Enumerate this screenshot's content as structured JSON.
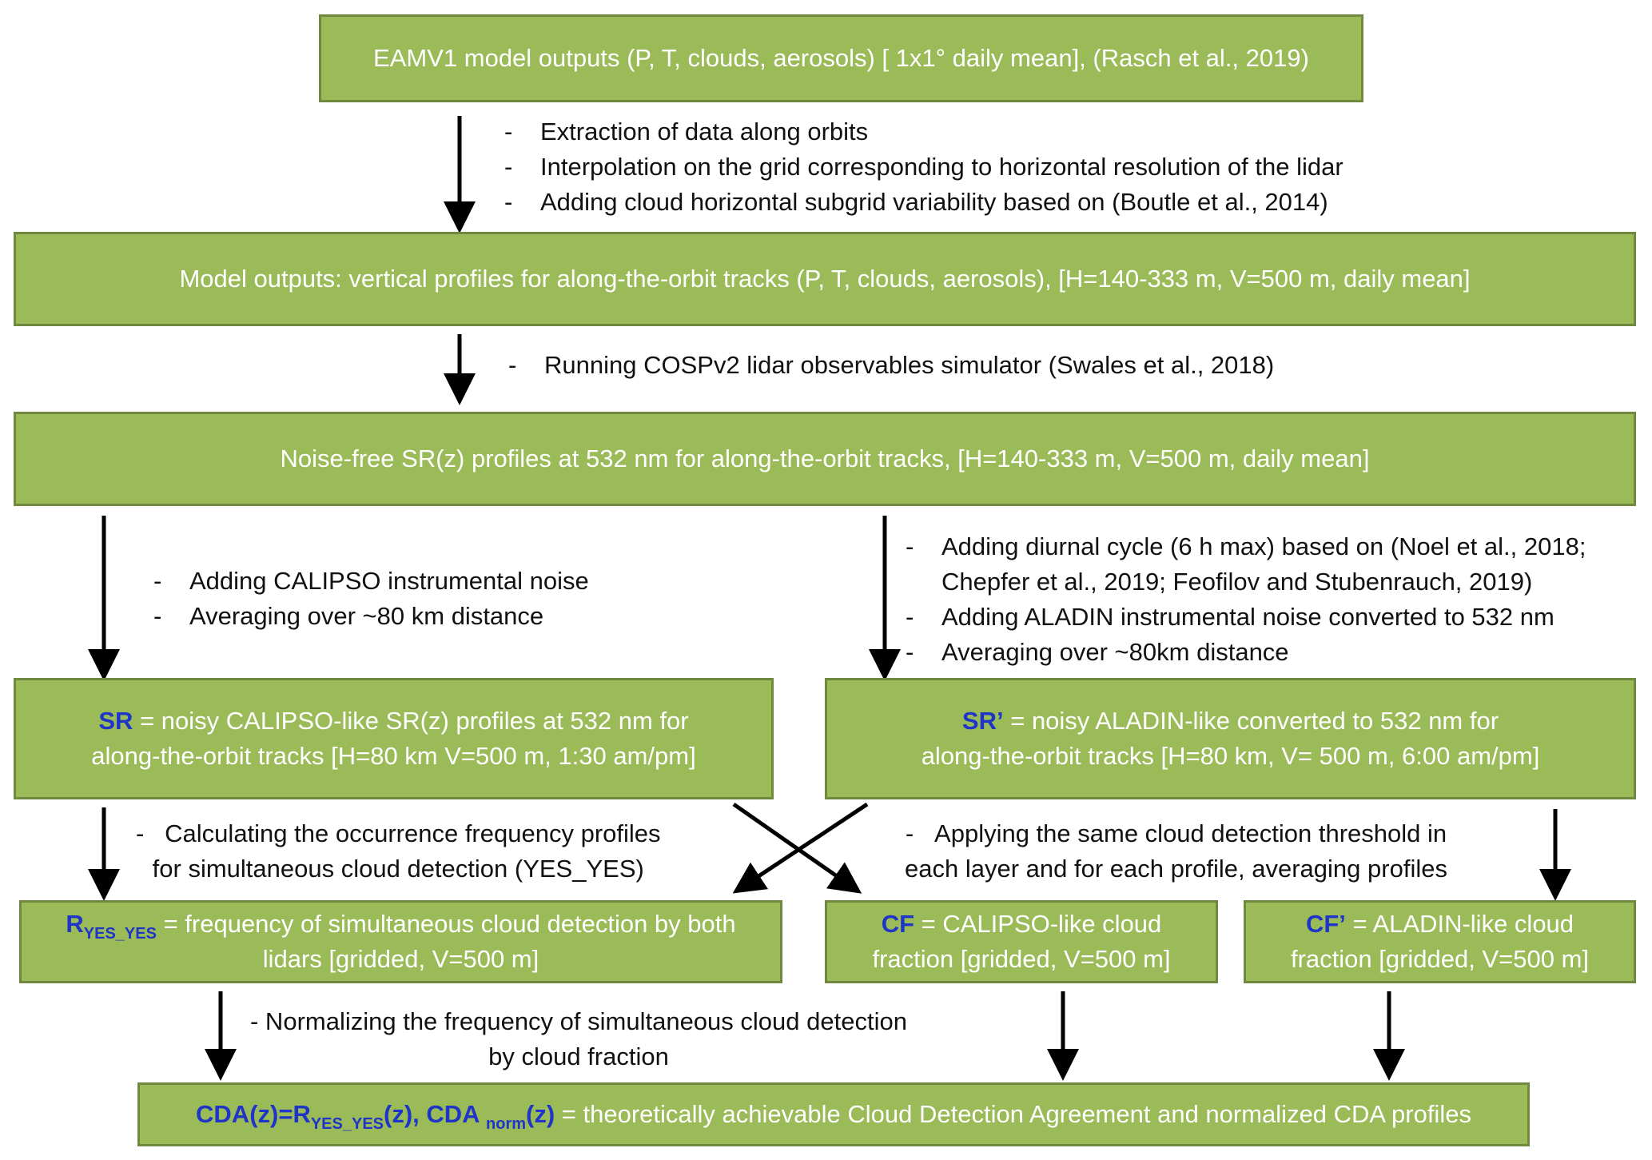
{
  "box1": {
    "text": "EAMV1 model outputs (P, T, clouds, aerosols) [ 1x1° daily mean], (Rasch et al., 2019)"
  },
  "steps1": [
    "Extraction of data along orbits",
    "Interpolation on the grid corresponding to horizontal resolution of the lidar",
    "Adding cloud horizontal subgrid variability based on (Boutle et al., 2014)"
  ],
  "box2": {
    "text": "Model outputs: vertical profiles for along-the-orbit tracks (P, T, clouds, aerosols), [H=140-333 m, V=500 m, daily mean]"
  },
  "steps2": [
    "Running COSPv2 lidar observables simulator (Swales et al., 2018)"
  ],
  "box3": {
    "text": "Noise-free SR(z) profiles at 532 nm for along-the-orbit tracks, [H=140-333 m, V=500 m, daily mean]"
  },
  "steps_left": [
    "Adding CALIPSO instrumental noise",
    "Averaging over ~80 km distance"
  ],
  "steps_right": [
    "Adding diurnal cycle (6 h max) based on (Noel et al., 2018;",
    "Chepfer et al., 2019; Feofilov and Stubenrauch, 2019)",
    "Adding ALADIN instrumental noise converted to 532 nm",
    "Averaging over ~80km distance"
  ],
  "box_sr": {
    "label": "SR",
    "line1": " = noisy CALIPSO-like SR(z) profiles at 532 nm for",
    "line2": "along-the-orbit tracks  [H=80 km V=500 m, 1:30 am/pm]"
  },
  "box_sr2": {
    "label": "SR’",
    "line1": " = noisy ALADIN-like converted to 532 nm for",
    "line2": "along-the-orbit tracks  [H=80 km, V= 500 m, 6:00 am/pm]"
  },
  "note_left": {
    "dash": "-",
    "line1": "Calculating the occurrence frequency profiles",
    "line2": "for simultaneous cloud detection (YES_YES)"
  },
  "note_right": {
    "dash": "-",
    "line1": "Applying the same cloud detection threshold in",
    "line2": "each layer and for each profile, averaging profiles"
  },
  "box_r": {
    "label": "R",
    "sub": "YES_YES",
    "line1": " = frequency of simultaneous cloud detection by both",
    "line2": "lidars [gridded, V=500 m]"
  },
  "box_cf": {
    "label": "CF",
    "line1": "  = CALIPSO-like cloud",
    "line2": "fraction [gridded, V=500 m]"
  },
  "box_cf2": {
    "label": "CF’",
    "line1": " = ALADIN-like cloud",
    "line2": "fraction [gridded, V=500 m]"
  },
  "note_bottom": {
    "line1": "- Normalizing the frequency of simultaneous cloud detection",
    "line2": "by cloud fraction"
  },
  "box_cda": {
    "part1": "CDA(z)=R",
    "sub1": "YES_YES",
    "part2": "(z), CDA ",
    "sub2": "norm",
    "part3": "(z)",
    "rest": " = theoretically achievable Cloud Detection Agreement and normalized CDA profiles"
  },
  "dash": "-",
  "colors": {
    "box_fill": "#9bbb59",
    "box_border": "#71893f",
    "highlight": "#1f35c8",
    "arrow": "#000000"
  }
}
